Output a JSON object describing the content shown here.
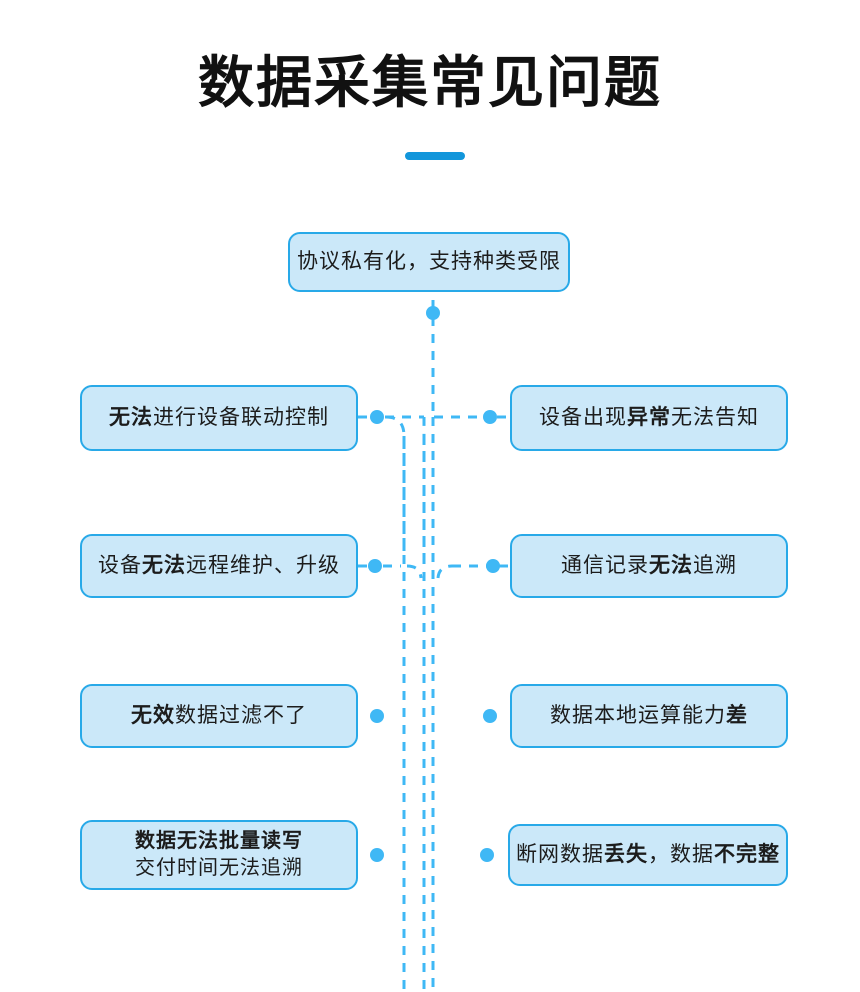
{
  "header": {
    "title": "数据采集常见问题",
    "underline_color": "#1296DB"
  },
  "theme": {
    "box_fill": "#CBE8F9",
    "box_border": "#28A9E8",
    "connector_color": "#3FB8F5",
    "text_color": "#1c1c1c"
  },
  "diagram": {
    "type": "mind-map",
    "center_node": {
      "id": "top",
      "text_plain": "协议私有化，支持种类受限",
      "segments": [
        {
          "text": "协议私有化，支持种类受限",
          "bold": false
        }
      ]
    },
    "rows": [
      {
        "row": 1,
        "connector": "dashed-with-dots",
        "left": {
          "id": "l1",
          "text_plain": "无法进行设备联动控制",
          "segments": [
            {
              "text": "无法",
              "bold": true
            },
            {
              "text": "进行设备联动控制",
              "bold": false
            }
          ]
        },
        "right": {
          "id": "r1",
          "text_plain": "设备出现异常无法告知",
          "segments": [
            {
              "text": "设备出现",
              "bold": false
            },
            {
              "text": "异常",
              "bold": true
            },
            {
              "text": "无法告知",
              "bold": false
            }
          ]
        }
      },
      {
        "row": 2,
        "connector": "dashed-with-dots",
        "left": {
          "id": "l2",
          "text_plain": "设备无法远程维护、升级",
          "segments": [
            {
              "text": "设备",
              "bold": false
            },
            {
              "text": "无法",
              "bold": true
            },
            {
              "text": "远程维护、升级",
              "bold": false
            }
          ]
        },
        "right": {
          "id": "r2",
          "text_plain": "通信记录无法追溯",
          "segments": [
            {
              "text": "通信记录",
              "bold": false
            },
            {
              "text": "无法",
              "bold": true
            },
            {
              "text": "追溯",
              "bold": false
            }
          ]
        }
      },
      {
        "row": 3,
        "connector": "dot-only",
        "left": {
          "id": "l3",
          "text_plain": "无效数据过滤不了",
          "segments": [
            {
              "text": "无效",
              "bold": true
            },
            {
              "text": "数据过滤不了",
              "bold": false
            }
          ]
        },
        "right": {
          "id": "r3",
          "text_plain": "数据本地运算能力差",
          "segments": [
            {
              "text": "数据本地运算能力",
              "bold": false
            },
            {
              "text": "差",
              "bold": true
            }
          ]
        }
      },
      {
        "row": 4,
        "connector": "dot-only",
        "left": {
          "id": "l4",
          "text_plain": "数据无法批量读写 交付时间无法追溯",
          "line1": "数据无法批量读写",
          "line2": "交付时间无法追溯",
          "segments": [
            {
              "text": "数据无法批量读写",
              "bold": true
            }
          ]
        },
        "right": {
          "id": "r4",
          "text_plain": "断网数据丢失，数据不完整",
          "segments": [
            {
              "text": "断网数据",
              "bold": false
            },
            {
              "text": "丢失",
              "bold": true
            },
            {
              "text": "，数据",
              "bold": false
            },
            {
              "text": "不完整",
              "bold": true
            }
          ]
        }
      }
    ]
  }
}
